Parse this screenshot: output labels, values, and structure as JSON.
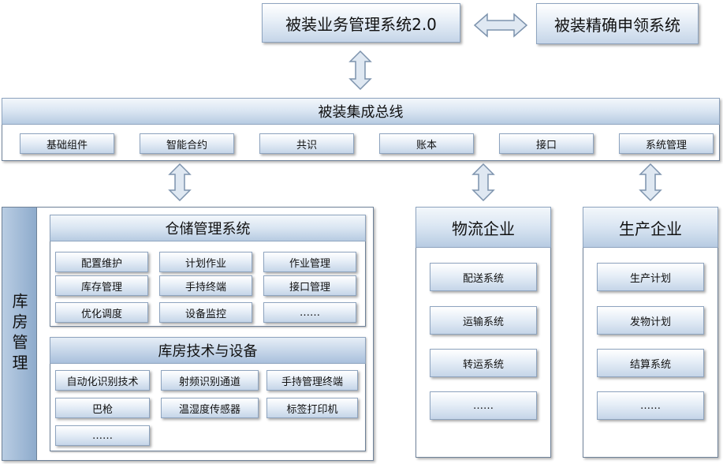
{
  "top": {
    "business_system": "被装业务管理系统2.0",
    "apply_system": "被装精确申领系统"
  },
  "bus": {
    "title": "被装集成总线",
    "items": [
      "基础组件",
      "智能合约",
      "共识",
      "账本",
      "接口",
      "系统管理"
    ]
  },
  "warehouse": {
    "side_label": "库房管理",
    "wms": {
      "title": "仓储管理系统",
      "items": [
        "配置维护",
        "计划作业",
        "作业管理",
        "库存管理",
        "手持终端",
        "接口管理",
        "优化调度",
        "设备监控",
        "……"
      ]
    },
    "tech": {
      "title": "库房技术与设备",
      "items": [
        "自动化识别技术",
        "射频识别通道",
        "手持管理终端",
        "巴枪",
        "温湿度传感器",
        "标签打印机",
        "……"
      ]
    }
  },
  "logistics": {
    "title": "物流企业",
    "items": [
      "配送系统",
      "运输系统",
      "转运系统",
      "……"
    ]
  },
  "production": {
    "title": "生产企业",
    "items": [
      "生产计划",
      "发物计划",
      "结算系统",
      "……"
    ]
  },
  "colors": {
    "box_fill_top": "#ffffff",
    "box_fill_bottom": "#c5d5e8",
    "box_border": "#8ea4bf",
    "side_panel": "#9ab5d3",
    "arrow_fill": "#dfe8f2",
    "arrow_stroke": "#7d93ad"
  }
}
